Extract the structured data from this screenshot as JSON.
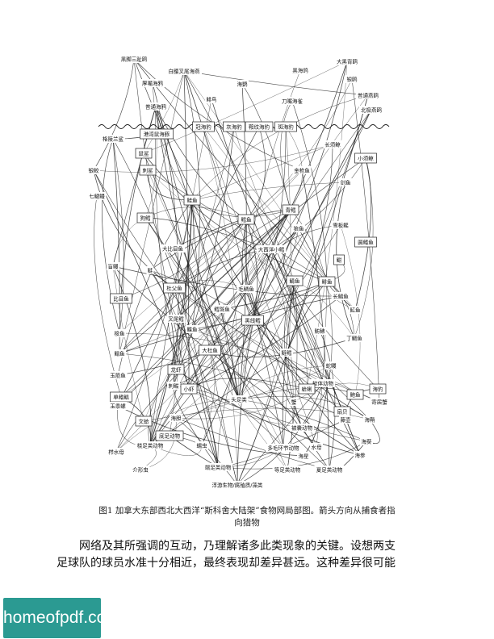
{
  "figure": {
    "caption_line1": "图1  加拿大东部西北大西洋“斯科舍大陆架”食物网局部图。箭头方向从捕食者指",
    "caption_line2": "向猎物",
    "nodes": [
      {
        "label": "黑脚三趾鸥",
        "box": false
      },
      {
        "label": "白腰叉尾海燕",
        "box": false
      },
      {
        "label": "厚嘴海鸦",
        "box": false
      },
      {
        "label": "普通海鸦",
        "box": false
      },
      {
        "label": "海鹦",
        "box": false
      },
      {
        "label": "鲱鸟",
        "box": false
      },
      {
        "label": "黑海鸽",
        "box": false
      },
      {
        "label": "刀嘴海雀",
        "box": false
      },
      {
        "label": "大黑背鸥",
        "box": false
      },
      {
        "label": "银鸥",
        "box": false
      },
      {
        "label": "普通燕鸥",
        "box": false
      },
      {
        "label": "北极燕鸥",
        "box": false
      },
      {
        "label": "港湾鼠海豚",
        "box": true
      },
      {
        "label": "冠海豹",
        "box": true
      },
      {
        "label": "灰海豹",
        "box": true
      },
      {
        "label": "鞍纹海豹",
        "box": true
      },
      {
        "label": "斑海豹",
        "box": true
      },
      {
        "label": "格陵兰鲨",
        "box": false
      },
      {
        "label": "鼠鲨",
        "box": true
      },
      {
        "label": "刺鲨",
        "box": true
      },
      {
        "label": "银鲛",
        "box": false
      },
      {
        "label": "长须鲸",
        "box": false
      },
      {
        "label": "小须鲸",
        "box": true
      },
      {
        "label": "七鳃鳗",
        "box": false
      },
      {
        "label": "鲑鱼",
        "box": true
      },
      {
        "label": "金枪鱼",
        "box": false
      },
      {
        "label": "剑鱼",
        "box": false
      },
      {
        "label": "狗鳕",
        "box": true
      },
      {
        "label": "鳕鱼",
        "box": true
      },
      {
        "label": "青鳕",
        "box": true
      },
      {
        "label": "雪板鳐",
        "box": false
      },
      {
        "label": "圆鳍鱼",
        "box": true
      },
      {
        "label": "大比目鱼",
        "box": false
      },
      {
        "label": "大西洋小鳕",
        "box": false
      },
      {
        "label": "狼鱼",
        "box": false
      },
      {
        "label": "鳚",
        "box": true
      },
      {
        "label": "鲢",
        "box": false
      },
      {
        "label": "盲鳗",
        "box": false
      },
      {
        "label": "杜父鱼",
        "box": true
      },
      {
        "label": "毛鳞鱼",
        "box": false
      },
      {
        "label": "鲭鱼",
        "box": true
      },
      {
        "label": "鲱鱼",
        "box": true
      },
      {
        "label": "比目鱼",
        "box": true
      },
      {
        "label": "鳕斑鱼",
        "box": false
      },
      {
        "label": "长鲳鱼",
        "box": false
      },
      {
        "label": "魟鱼",
        "box": false
      },
      {
        "label": "叉尾鳕",
        "box": false
      },
      {
        "label": "黑线鳕",
        "box": true
      },
      {
        "label": "鲂鮄",
        "box": false
      },
      {
        "label": "丁鲷鱼",
        "box": false
      },
      {
        "label": "鲽鱼",
        "box": false
      },
      {
        "label": "梭鱼",
        "box": false
      },
      {
        "label": "鳎鱼",
        "box": false
      },
      {
        "label": "大杜鱼",
        "box": true
      },
      {
        "label": "玉筋鱼",
        "box": false
      },
      {
        "label": "龙虾",
        "box": true
      },
      {
        "label": "鲢鳕",
        "box": false
      },
      {
        "label": "蛇鳗",
        "box": false
      },
      {
        "label": "刺鲅",
        "box": false
      },
      {
        "label": "小虾",
        "box": true
      },
      {
        "label": "软体动物",
        "box": false
      },
      {
        "label": "头足类",
        "box": false
      },
      {
        "label": "蛤蜊",
        "box": true
      },
      {
        "label": "鲍鱼",
        "box": true
      },
      {
        "label": "扇贝",
        "box": true
      },
      {
        "label": "海豹",
        "box": true
      },
      {
        "label": "单鳍鲳",
        "box": true
      },
      {
        "label": "玉黍螺",
        "box": false
      },
      {
        "label": "文蛤",
        "box": true
      },
      {
        "label": "蟹",
        "box": false
      },
      {
        "label": "藤壶",
        "box": false
      },
      {
        "label": "寄居蟹",
        "box": false
      },
      {
        "label": "海胆",
        "box": false
      },
      {
        "label": "海鞘",
        "box": false
      },
      {
        "label": "栉水母",
        "box": false
      },
      {
        "label": "介形虫",
        "box": false
      },
      {
        "label": "桡足类动物",
        "box": false
      },
      {
        "label": "浮游生物/腐殖质/藻类",
        "box": false
      },
      {
        "label": "端足类动物",
        "box": false
      },
      {
        "label": "等足类动物",
        "box": false
      },
      {
        "label": "多毛环节动物",
        "box": false
      },
      {
        "label": "被囊动物",
        "box": false
      },
      {
        "label": "海星",
        "box": false
      },
      {
        "label": "海葵",
        "box": false
      },
      {
        "label": "海参",
        "box": false
      },
      {
        "label": "蠕虫",
        "box": false
      },
      {
        "label": "夏足类动物",
        "box": false
      },
      {
        "label": "底足动物",
        "box": true
      },
      {
        "label": "水母",
        "box": false
      }
    ]
  },
  "body_text": {
    "line1": "网络及其所强调的互动，乃理解诸多此类现象的关键。设想两支",
    "line2": "足球队的球员水准十分相近，最终表现却差异甚远。这种差异很可能"
  },
  "watermark": {
    "text": "homeofpdf.com",
    "bg_color": "#2b9a92"
  }
}
